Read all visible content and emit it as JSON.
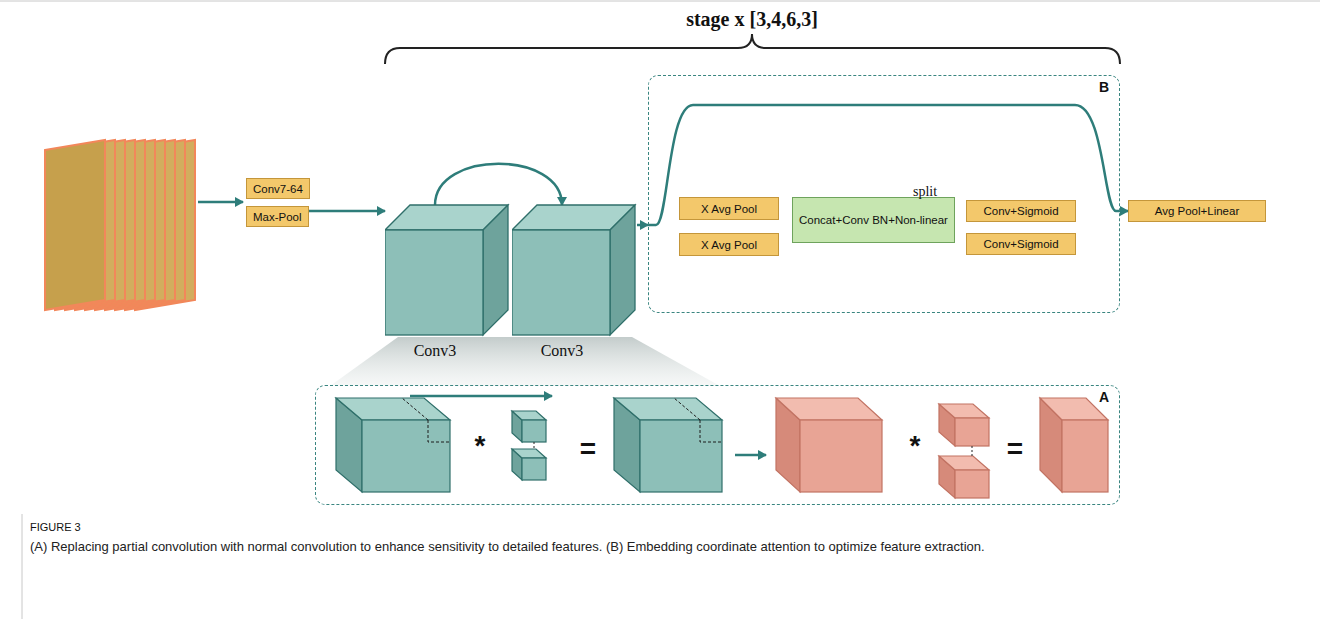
{
  "diagram": {
    "caption": "(A) Replacing partial convolution with normal convolution to enhance sensitivity to detailed features. (B) Embedding coordinate attention to optimize feature extraction.",
    "nodes": [
      {
        "text": [
          "Conv7-64"
        ]
      },
      {
        "text": [
          "Max-Pool"
        ]
      },
      {
        "text": [
          "Conv3"
        ]
      },
      {
        "text": [
          "Conv3"
        ]
      },
      {
        "text": [
          "B"
        ]
      },
      {
        "text": [
          "X Avg Pool"
        ],
        "in": 4
      },
      {
        "text": [
          "X Avg Pool"
        ],
        "in": 4
      },
      {
        "text": [
          "Concat+Conv BN+Non-linear"
        ],
        "in": 4
      },
      {
        "text": [
          "Conv+Sigmoid"
        ],
        "in": 4
      },
      {
        "text": [
          "Conv+Sigmoid"
        ],
        "in": 4
      },
      {
        "text": [
          "Avg Pool+Linear"
        ]
      },
      {
        "text": [
          "A"
        ]
      }
    ],
    "edges": [
      {
        "from": 1,
        "to": 2,
        "arrow": "to"
      },
      {
        "from": 2,
        "to": 3,
        "arrow": "to"
      },
      {
        "from": 3,
        "to": 4,
        "arrow": "to"
      },
      {
        "from": 4,
        "to": 10,
        "arrow": "to"
      }
    ],
    "labels": [
      "stage x [3,4,6,3]",
      "split",
      "*",
      "=",
      "*",
      "=",
      "FIGURE 3"
    ]
  }
}
